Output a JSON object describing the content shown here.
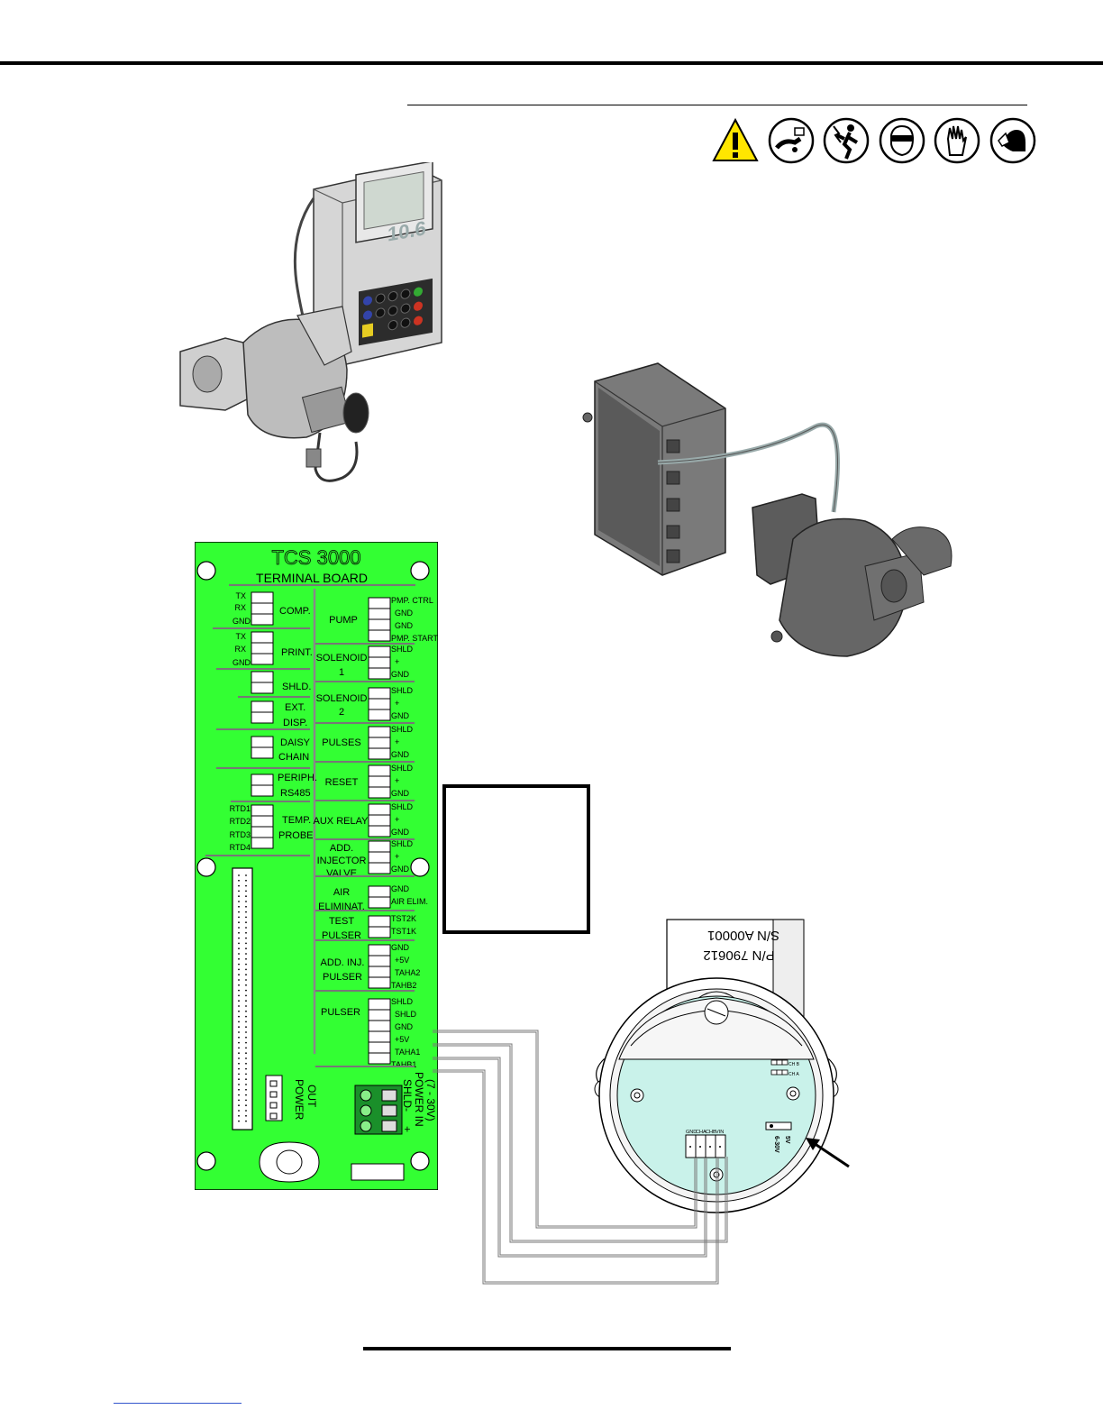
{
  "board": {
    "title": "TCS 3000",
    "subtitle": "TERMINAL BOARD",
    "left_groups": [
      {
        "pins": [
          "TX",
          "RX",
          "GND"
        ],
        "label": [
          "COMP."
        ]
      },
      {
        "pins": [
          "TX",
          "RX",
          "GND"
        ],
        "label": [
          "PRINT."
        ]
      },
      {
        "pins": [],
        "label": [
          "SHLD."
        ]
      },
      {
        "pins": [],
        "label": [
          "EXT.",
          "DISP."
        ]
      },
      {
        "pins": [],
        "label": [
          "DAISY",
          "CHAIN"
        ]
      },
      {
        "pins": [],
        "label": [
          "PERIPH.",
          "RS485"
        ]
      },
      {
        "pins": [
          "RTD1",
          "RTD2",
          "RTD3",
          "RTD4"
        ],
        "label": [
          "TEMP.",
          "PROBE"
        ]
      }
    ],
    "right_groups": [
      {
        "label": [
          "PUMP"
        ],
        "pins": [
          "PMP. CTRL",
          "GND",
          "GND",
          "PMP. START"
        ]
      },
      {
        "label": [
          "SOLENOID",
          "1"
        ],
        "pins": [
          "SHLD",
          "+",
          "GND"
        ]
      },
      {
        "label": [
          "SOLENOID",
          "2"
        ],
        "pins": [
          "SHLD",
          "+",
          "GND"
        ]
      },
      {
        "label": [
          "PULSES"
        ],
        "pins": [
          "SHLD",
          "+",
          "GND"
        ]
      },
      {
        "label": [
          "RESET"
        ],
        "pins": [
          "SHLD",
          "+",
          "GND"
        ]
      },
      {
        "label": [
          "AUX RELAY"
        ],
        "pins": [
          "SHLD",
          "+",
          "GND"
        ]
      },
      {
        "label": [
          "ADD.",
          "INJECTOR",
          "VALVE"
        ],
        "pins": [
          "SHLD",
          "+",
          "GND"
        ]
      },
      {
        "label": [
          "AIR",
          "ELIMINAT."
        ],
        "pins": [
          "GND",
          "AIR ELIM."
        ]
      },
      {
        "label": [
          "TEST",
          "PULSER"
        ],
        "pins": [
          "TST2K",
          "TST1K"
        ]
      },
      {
        "label": [
          "ADD. INJ.",
          "PULSER"
        ],
        "pins": [
          "GND",
          "+5V",
          "TAHA2",
          "TAHB2"
        ]
      },
      {
        "label": [
          "PULSER"
        ],
        "pins": [
          "SHLD",
          "SHLD",
          "GND",
          "+5V",
          "TAHA1",
          "TAHB1"
        ]
      }
    ],
    "power_out": [
      "POWER",
      "OUT"
    ],
    "power_in": [
      "SHLD",
      "POWER IN",
      "(7 - 30V)"
    ],
    "power_in_signs": {
      "minus": "-",
      "plus": "+"
    }
  },
  "pulser": {
    "pn": "P/N 790612",
    "sn": "S/N A00001",
    "pins": [
      "GND",
      "CHA",
      "CHB",
      "VIN"
    ],
    "voltage": [
      "6-30V",
      "5V"
    ],
    "channels": [
      "CH B",
      "CH A"
    ]
  },
  "colors": {
    "board": "#33ff33",
    "line": "#000000",
    "link": "#3355cc"
  },
  "icons": [
    "warning-icon",
    "power-off-icon",
    "electric-shock-icon",
    "eye-protection-icon",
    "gloves-icon",
    "ear-protection-icon"
  ]
}
